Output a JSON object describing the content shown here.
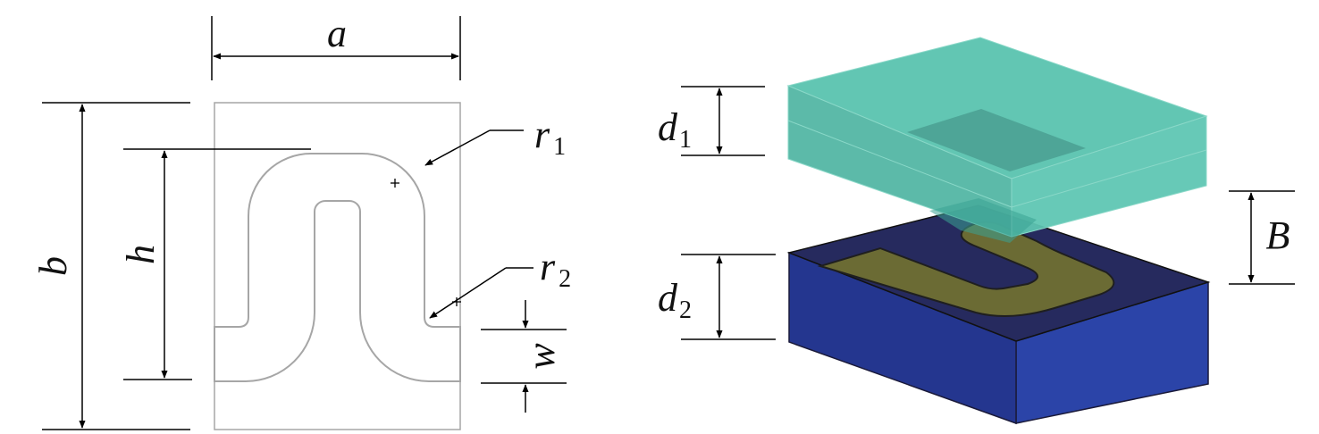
{
  "labels": {
    "a": "a",
    "b": "b",
    "h": "h",
    "w": "w",
    "r1_main": "r",
    "r1_sub": "1",
    "r2_main": "r",
    "r2_sub": "2",
    "d1_main": "d",
    "d1_sub": "1",
    "d2_main": "d",
    "d2_sub": "2",
    "B": "B"
  },
  "colors": {
    "outline": "#a6a6a6",
    "dimension": "#000000",
    "top_block": "#5cc4b0",
    "top_block_edge": "#8ad8c8",
    "substrate_top": "#262a5e",
    "substrate_front": "#24368f",
    "substrate_side": "#2b44a8",
    "trace": "#6b6b34"
  }
}
